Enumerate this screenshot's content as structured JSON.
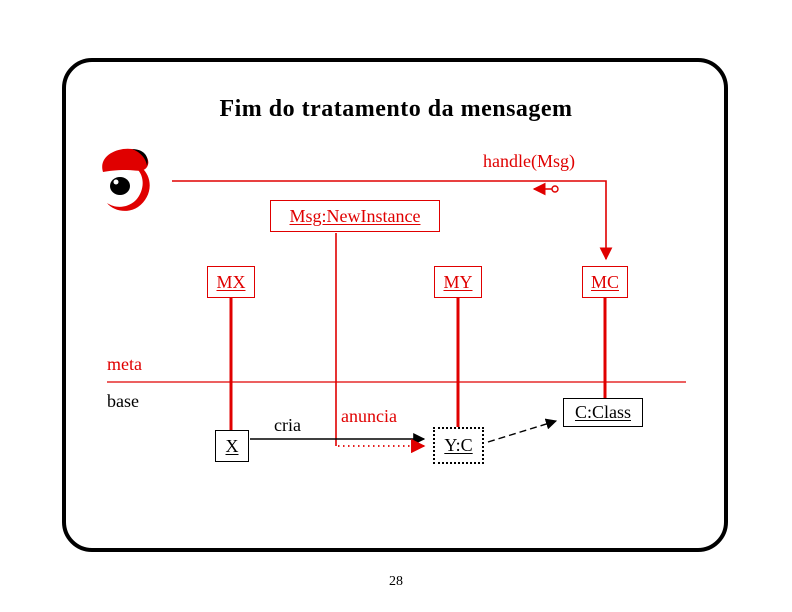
{
  "slide": {
    "title": "Fim do tratamento da mensagem",
    "page_number": "28"
  },
  "colors": {
    "accent_red": "#e00000",
    "ink": "#000000"
  },
  "icons": {
    "eye_logo": "stylized-red-eye-with-beret",
    "return_message": "left-arrow-with-small-circle"
  },
  "diagram": {
    "handle_label": "handle(Msg)",
    "msg_box_label": "Msg:NewInstance",
    "mx_label": "MX",
    "my_label": "MY",
    "mc_label": "MC",
    "x_label": "X",
    "yc_label": "Y:C",
    "cclass_label": "C:Class",
    "meta_label": "meta",
    "base_label": "base",
    "cria_label": "cria",
    "anuncia_label": "anuncia"
  }
}
